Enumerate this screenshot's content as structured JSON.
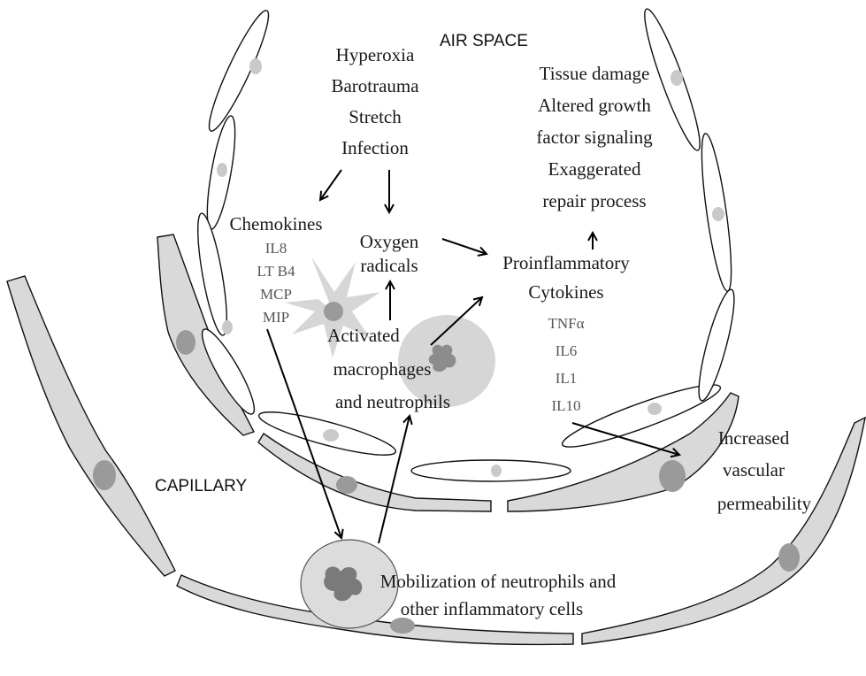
{
  "regions": {
    "air_space": "AIR SPACE",
    "capillary": "CAPILLARY"
  },
  "triggers": [
    "Hyperoxia",
    "Barotrauma",
    "Stretch",
    "Infection"
  ],
  "outcomes": [
    "Tissue damage",
    "Altered growth",
    "factor signaling",
    "Exaggerated",
    "repair process"
  ],
  "chemokines": {
    "title": "Chemokines",
    "items": [
      "IL8",
      "LT B4",
      "MCP",
      "MIP"
    ]
  },
  "oxygen_radicals": [
    "Oxygen",
    "radicals"
  ],
  "cytokines": {
    "title_lines": [
      "Proinflammatory",
      "Cytokines"
    ],
    "items": [
      "TNFα",
      "IL6",
      "IL1",
      "IL10"
    ]
  },
  "activated_cells": [
    "Activated",
    "macrophages",
    "and neutrophils"
  ],
  "vascular": [
    "Increased",
    "vascular",
    "permeability"
  ],
  "mobilization": [
    "Mobilization of neutrophils and",
    "other inflammatory cells"
  ]
}
